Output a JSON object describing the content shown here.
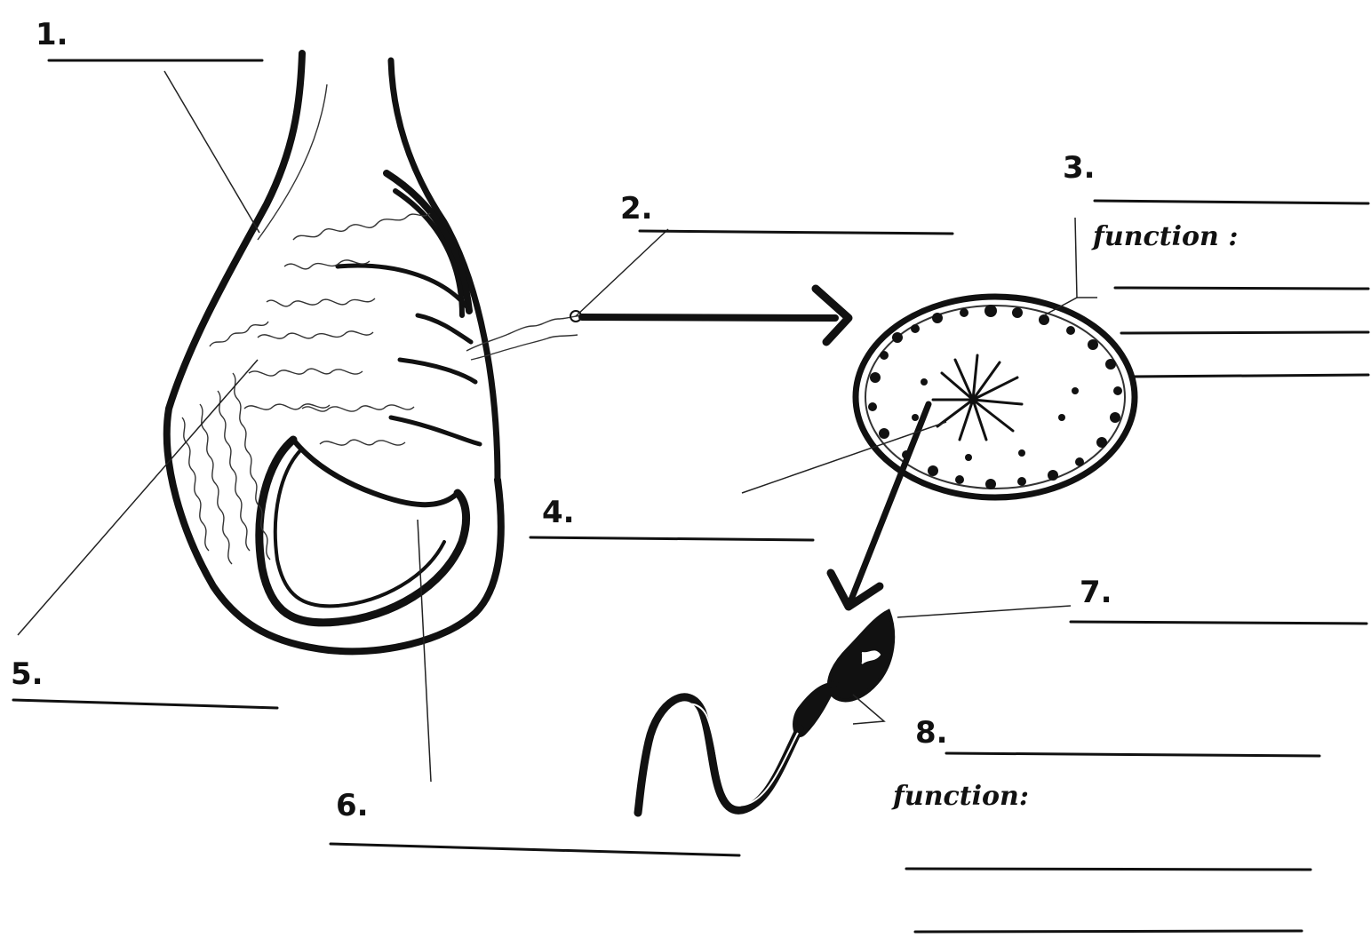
{
  "labels": {
    "l1": "1.",
    "l2": "2.",
    "l3": "3.",
    "l4": "4.",
    "l5": "5.",
    "l6": "6.",
    "l7": "7.",
    "l8": "8."
  },
  "function_labels": {
    "f3": "function :",
    "f8": "function:"
  },
  "colors": {
    "ink": "#111111",
    "paper": "#ffffff"
  }
}
